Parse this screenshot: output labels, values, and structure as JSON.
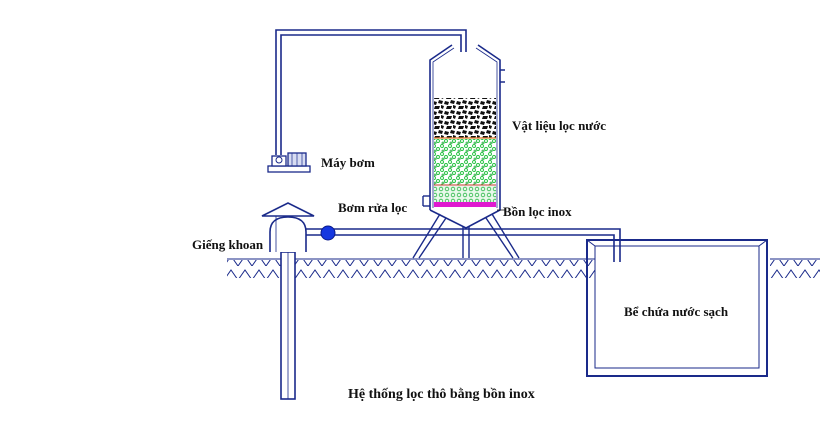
{
  "title": "Hệ thống lọc thô bằng bồn inox",
  "labels": {
    "pump": "Máy bơm",
    "filter_material": "Vật liệu lọc nước",
    "backwash_pump": "Bơm rửa lọc",
    "filter_tank": "Bồn lọc inox",
    "well": "Giếng khoan",
    "clean_tank": "Bể chứa nước sạch"
  },
  "colors": {
    "pipe": "#1a2a8a",
    "ground_hatch": "#1a2a8a",
    "gravel": "#111111",
    "sand": "#1fbf3a",
    "fine_layer": "#2db84a",
    "membrane": "#e01ad0",
    "valve": "#1537e0"
  },
  "icons": {
    "pump": "pump-icon",
    "valve": "valve-dot-icon",
    "well_cap": "well-cap-icon"
  }
}
